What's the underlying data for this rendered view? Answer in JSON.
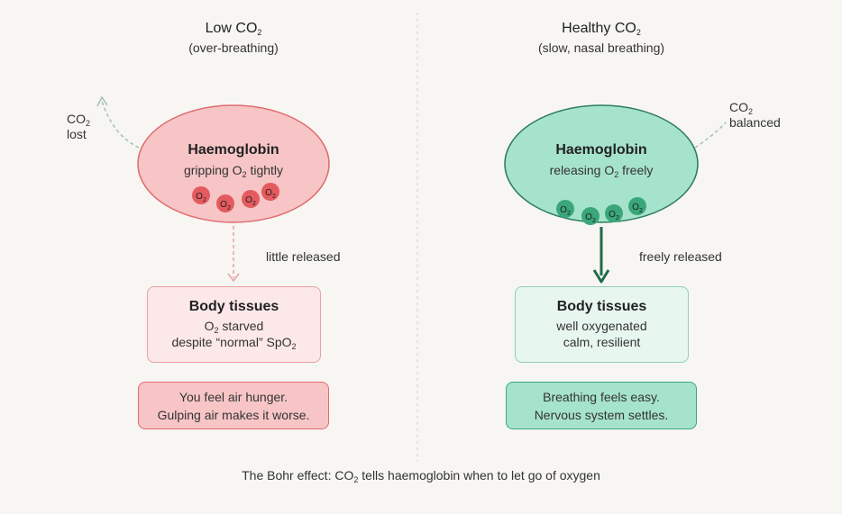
{
  "left": {
    "heading": "Low CO",
    "heading_sub": "2",
    "subheading": "(over-breathing)",
    "side_note": {
      "co": "CO",
      "co_sub": "2",
      "word": "lost"
    },
    "oval": {
      "title": "Haemoglobin",
      "line_pre": "gripping O",
      "line_sub": "2",
      "line_post": " tightly"
    },
    "molecule": {
      "label": "O",
      "sub": "2"
    },
    "arrow_label": "little released",
    "tissues": {
      "title": "Body tissues",
      "line1_pre": "O",
      "line1_sub": "2",
      "line1_post": " starved",
      "line2_pre": "despite “normal” SpO",
      "line2_sub": "2"
    },
    "callout": [
      "You feel air hunger.",
      "Gulping air makes it worse."
    ]
  },
  "right": {
    "heading": "Healthy CO",
    "heading_sub": "2",
    "subheading": "(slow, nasal breathing)",
    "side_note": {
      "co": "CO",
      "co_sub": "2",
      "word": "balanced"
    },
    "oval": {
      "title": "Haemoglobin",
      "line_pre": "releasing O",
      "line_sub": "2",
      "line_post": " freely"
    },
    "molecule": {
      "label": "O",
      "sub": "2"
    },
    "arrow_label": "freely released",
    "tissues": {
      "title": "Body tissues",
      "line1": "well oxygenated",
      "line2": "calm, resilient"
    },
    "callout": [
      "Breathing feels easy.",
      "Nervous system settles."
    ]
  },
  "caption": {
    "pre": "The Bohr effect: CO",
    "sub": "2",
    "post": " tells haemoglobin when to let go of oxygen"
  },
  "colors": {
    "red_fill": "#f7c5c6",
    "red_stroke": "#e06c70",
    "red_dot": "#e45b5f",
    "green_fill": "#a6e3cc",
    "green_stroke": "#2e7d5b",
    "green_dot": "#3aa77b",
    "green_arrow": "#1f6b4a"
  }
}
